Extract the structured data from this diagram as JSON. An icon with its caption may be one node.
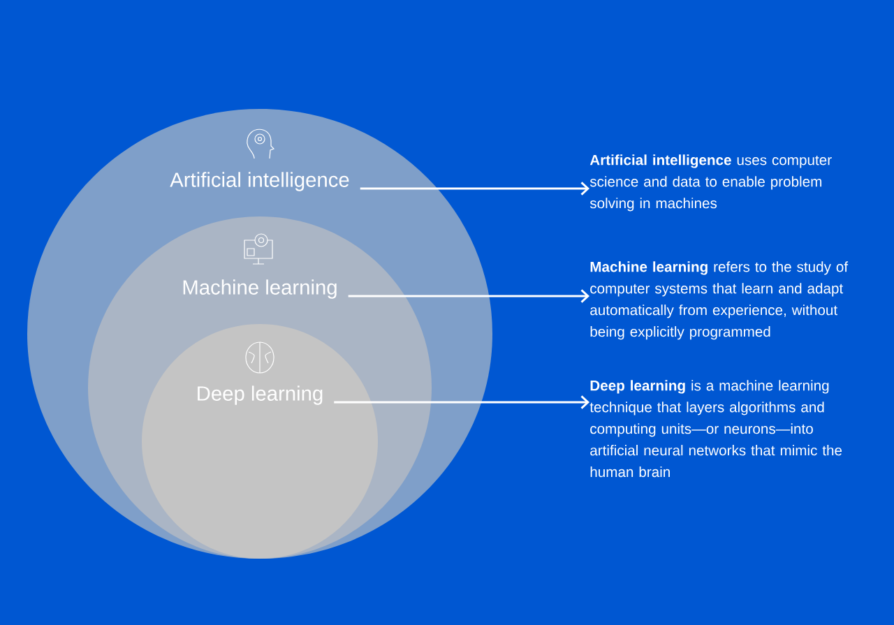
{
  "diagram": {
    "nodes": [
      {
        "text": [
          "Artificial intelligence"
        ]
      },
      {
        "text": [
          "Machine learning"
        ],
        "in": 0
      },
      {
        "text": [
          "Deep learning"
        ],
        "in": 1
      },
      {
        "text": [
          "**Artificial intelligence** uses computer science and data to enable problem solving in machines"
        ]
      },
      {
        "text": [
          "**Machine learning** refers to the study of computer systems that learn and adapt automatically from experience, without being explicitly programmed"
        ]
      },
      {
        "text": [
          "**Deep learning** is a machine learning technique that layers algorithms and computing units—or neurons—into artificial neural networks that mimic the human brain"
        ]
      }
    ],
    "edges": [
      {
        "from": 0,
        "to": 3,
        "arrow": "to"
      },
      {
        "from": 1,
        "to": 4,
        "arrow": "to"
      },
      {
        "from": 2,
        "to": 5,
        "arrow": "to"
      }
    ]
  }
}
